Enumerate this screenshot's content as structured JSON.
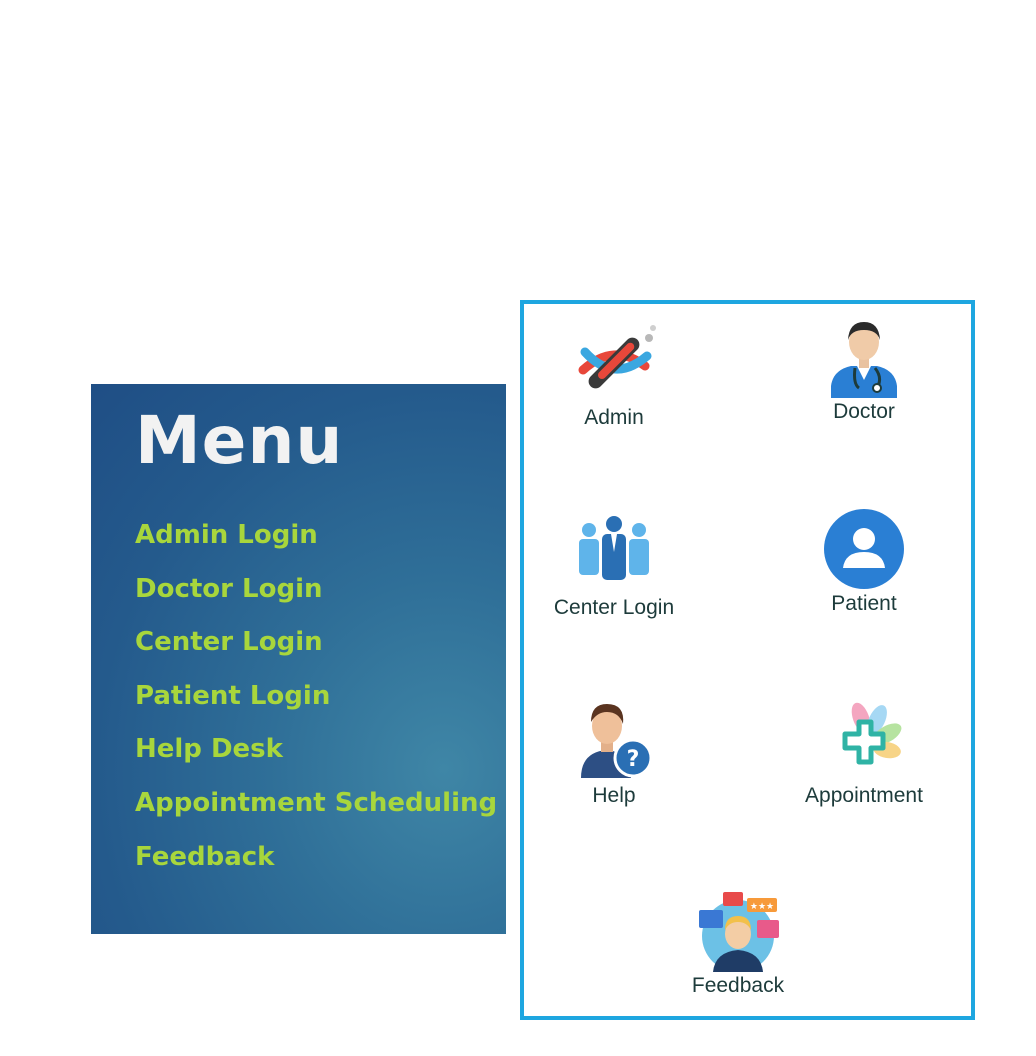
{
  "menu": {
    "title": "Menu",
    "items": [
      {
        "label": "Admin Login"
      },
      {
        "label": "Doctor Login"
      },
      {
        "label": "Center Login"
      },
      {
        "label": "Patient Login"
      },
      {
        "label": "Help Desk"
      },
      {
        "label": "Appointment Scheduling"
      },
      {
        "label": "Feedback"
      }
    ]
  },
  "grid": {
    "tiles": [
      {
        "label": "Admin",
        "icon": "test-tube-icon"
      },
      {
        "label": "Doctor",
        "icon": "doctor-icon"
      },
      {
        "label": "Center Login",
        "icon": "group-icon"
      },
      {
        "label": "Patient",
        "icon": "patient-icon"
      },
      {
        "label": "Help",
        "icon": "help-user-icon"
      },
      {
        "label": "Appointment",
        "icon": "medical-cross-icon"
      },
      {
        "label": "Feedback",
        "icon": "feedback-icon"
      }
    ]
  },
  "colors": {
    "menu_text": "#a8d63c",
    "menu_title": "#f2f2f2",
    "panel_border": "#1ea6e0",
    "icon_blue": "#2a7fd4"
  }
}
